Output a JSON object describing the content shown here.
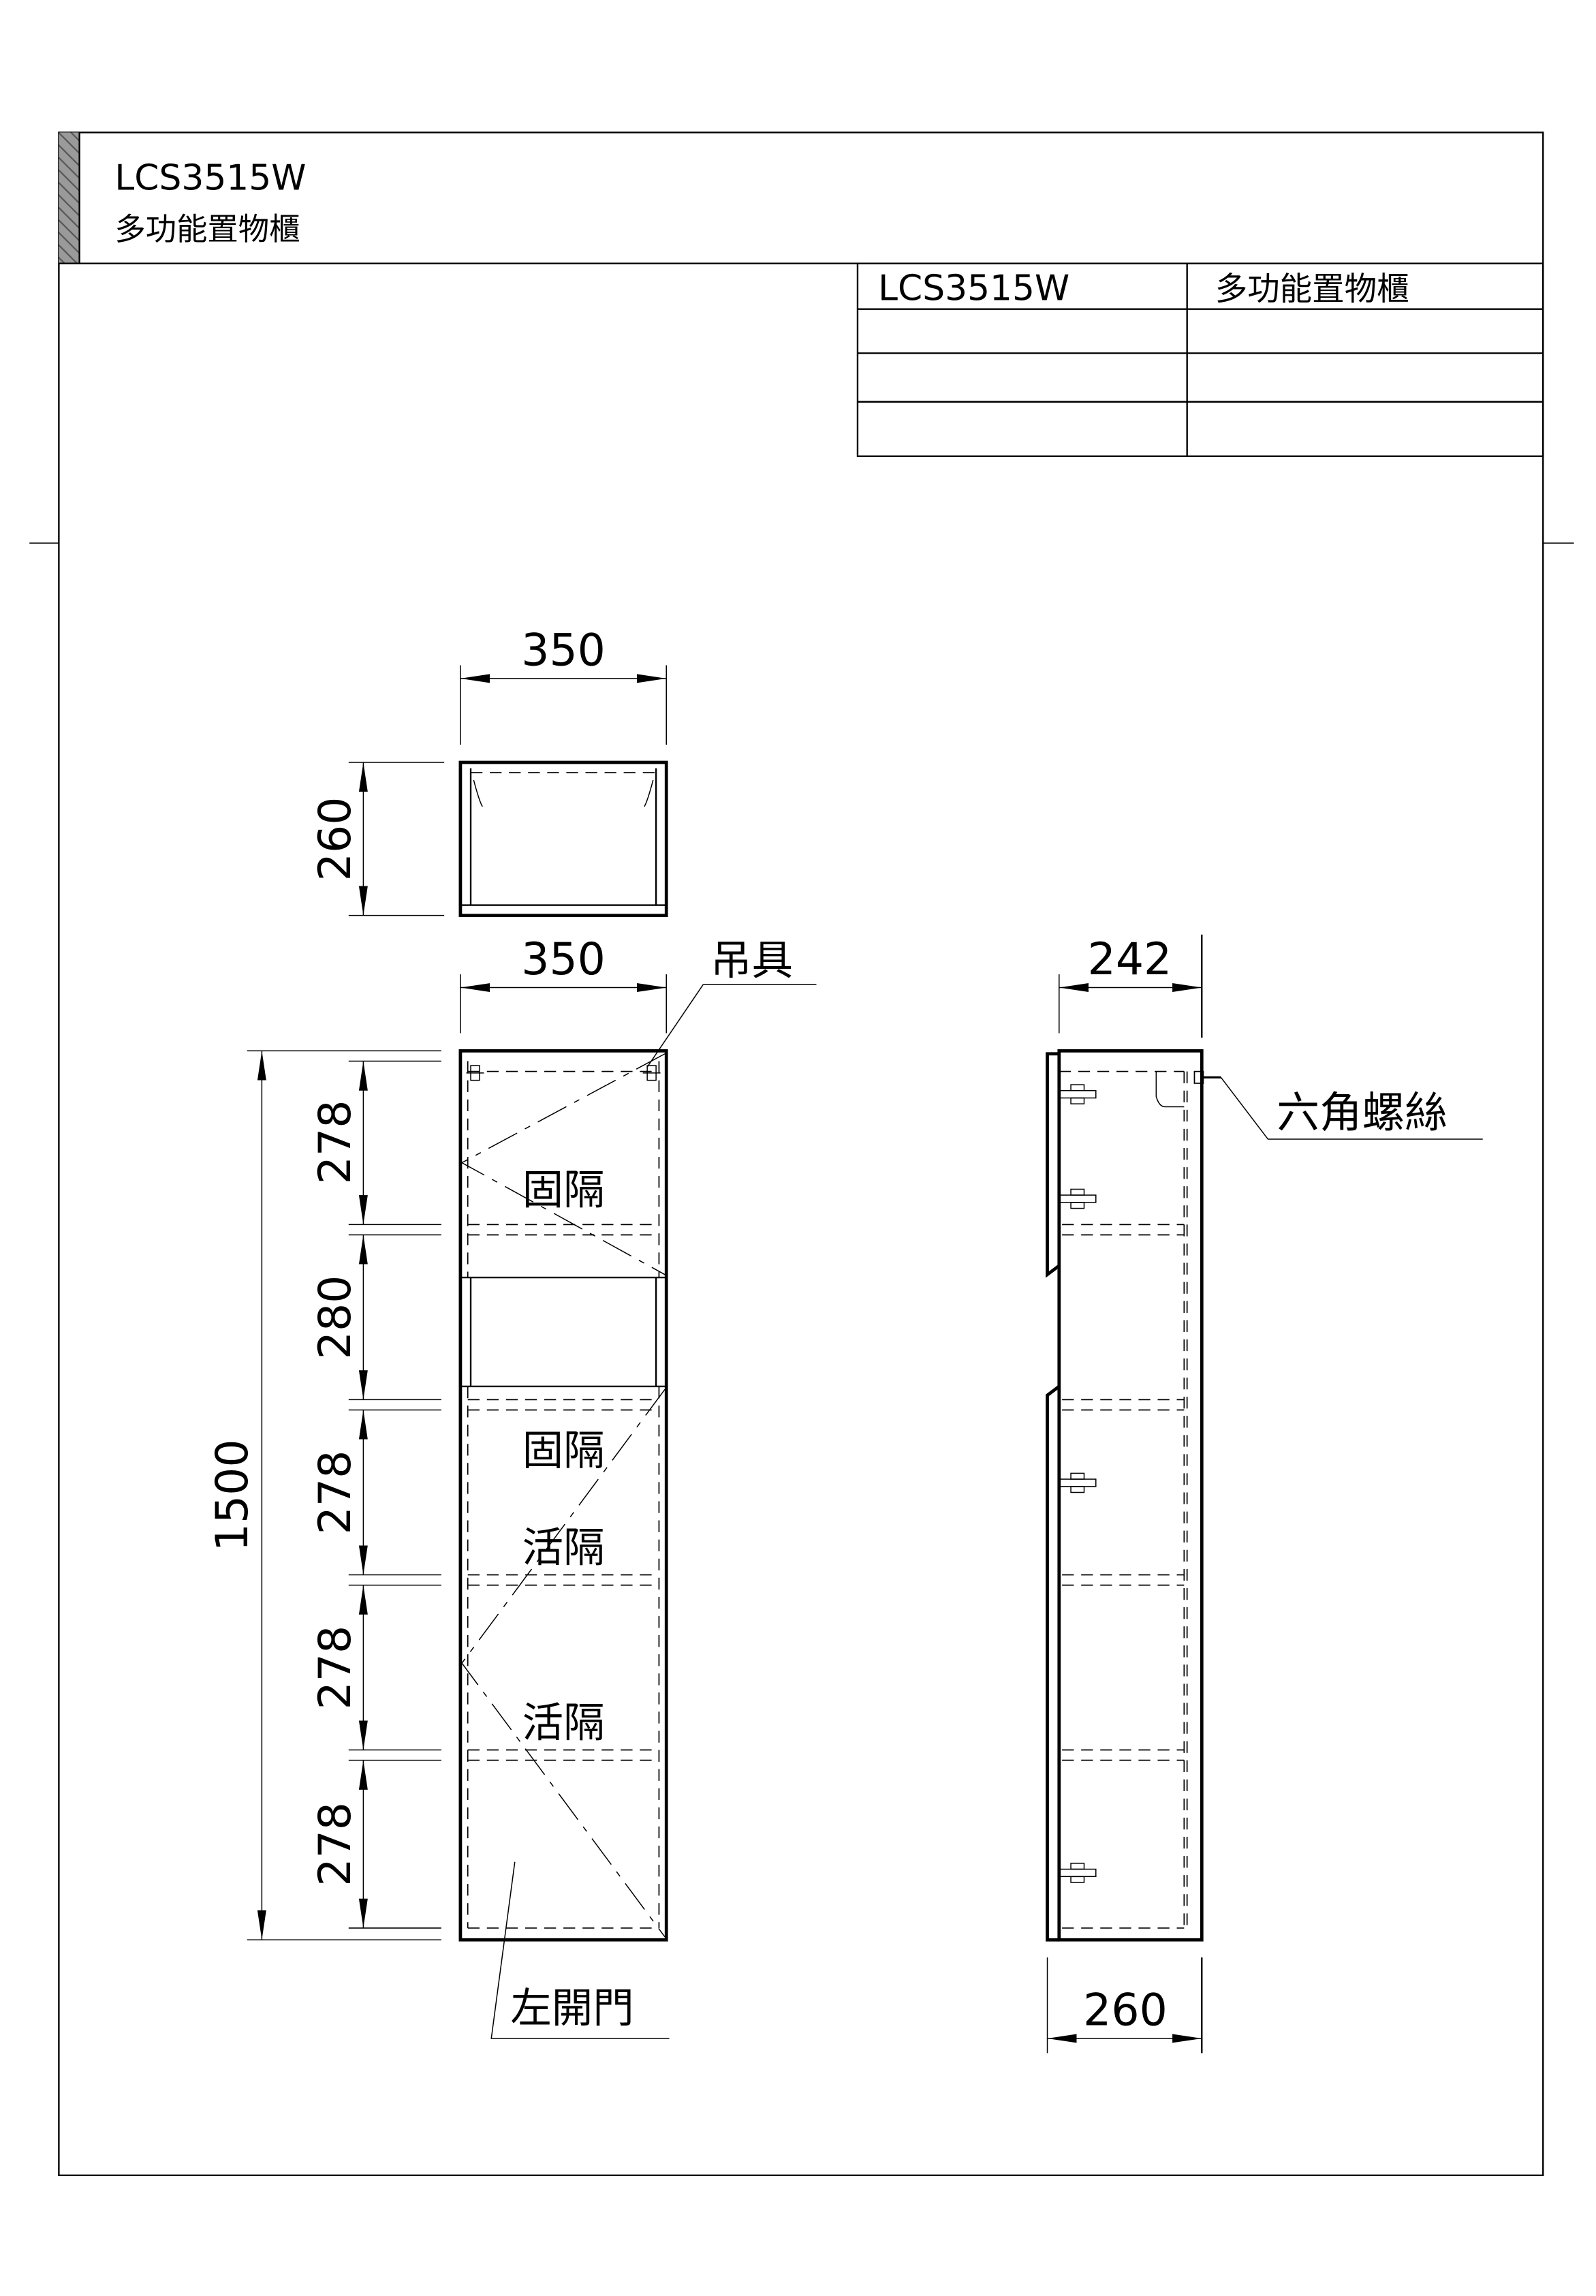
{
  "title_block": {
    "model": "LCS3515W",
    "name": "多功能置物櫃"
  },
  "info_table": {
    "rows": [
      [
        "LCS3515W",
        "多功能置物櫃"
      ],
      [
        "",
        ""
      ],
      [
        "",
        ""
      ],
      [
        "",
        ""
      ]
    ]
  },
  "top_view": {
    "width_dim": "350",
    "depth_dim": "260"
  },
  "front_view": {
    "width_dim": "350",
    "total_height_dim": "1500",
    "section_dims": [
      "278",
      "280",
      "278",
      "278",
      "278"
    ],
    "labels": {
      "hanger": "吊具",
      "fixed_shelf_1": "固隔",
      "fixed_shelf_2": "固隔",
      "adjustable_shelf_1": "活隔",
      "adjustable_shelf_2": "活隔",
      "left_door": "左開門"
    }
  },
  "side_view": {
    "top_depth_dim": "242",
    "bottom_depth_dim": "260",
    "screw_label": "六角螺絲"
  }
}
